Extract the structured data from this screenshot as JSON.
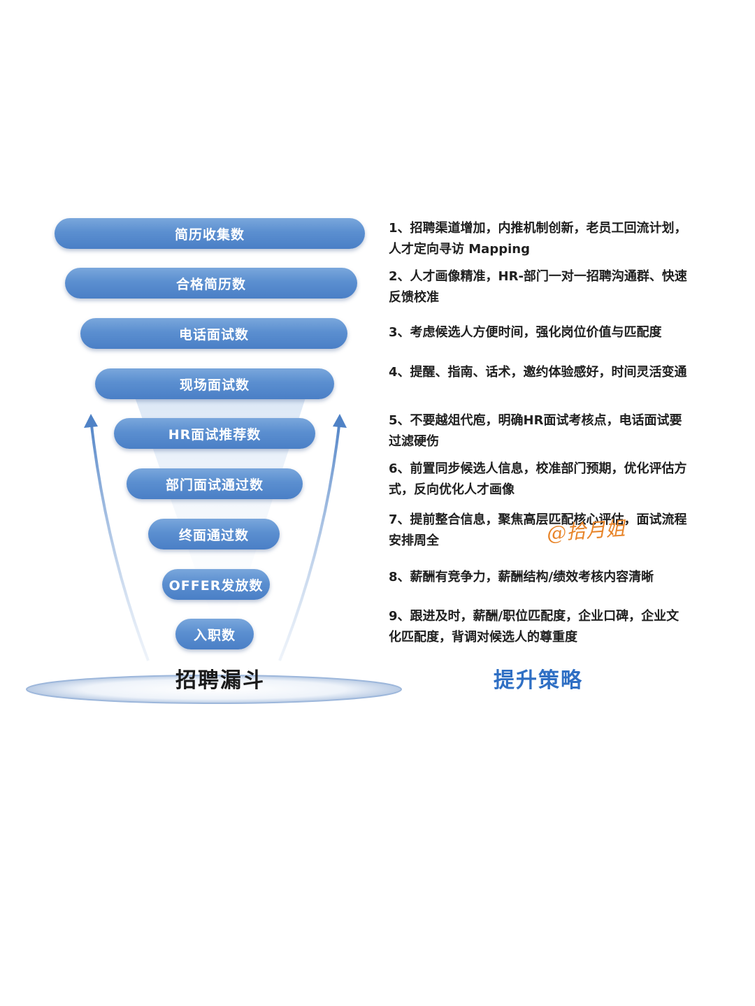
{
  "funnel": {
    "title": "招聘漏斗",
    "stages": [
      {
        "label": "简历收集数"
      },
      {
        "label": "合格简历数"
      },
      {
        "label": "电话面试数"
      },
      {
        "label": "现场面试数"
      },
      {
        "label": "HR面试推荐数"
      },
      {
        "label": "部门面试通过数"
      },
      {
        "label": "终面通过数"
      },
      {
        "label": "OFFER发放数"
      },
      {
        "label": "入职数"
      }
    ]
  },
  "strategy": {
    "title": "提升策略",
    "items": [
      "1、招聘渠道增加，内推机制创新，老员工回流计划，人才定向寻访 Mapping",
      "2、人才画像精准，HR-部门一对一招聘沟通群、快速反馈校准",
      "3、考虑候选人方便时间，强化岗位价值与匹配度",
      "4、提醒、指南、话术，邀约体验感好，时间灵活变通",
      "5、不要越俎代庖，明确HR面试考核点，电话面试要过滤硬伤",
      "6、前置同步候选人信息，校准部门预期，优化评估方式，反向优化人才画像",
      "7、提前整合信息，聚焦高层匹配核心评估，面试流程安排周全",
      "8、薪酬有竞争力，薪酬结构/绩效考核内容清晰",
      "9、跟进及时，薪酬/职位匹配度，企业口碑，企业文化匹配度，背调对候选人的尊重度"
    ]
  },
  "watermark": "@拾月姐",
  "colors": {
    "stage_fill": "#5b8fd0",
    "accent_blue": "#2f6fc4",
    "watermark_orange": "#e8852a"
  }
}
